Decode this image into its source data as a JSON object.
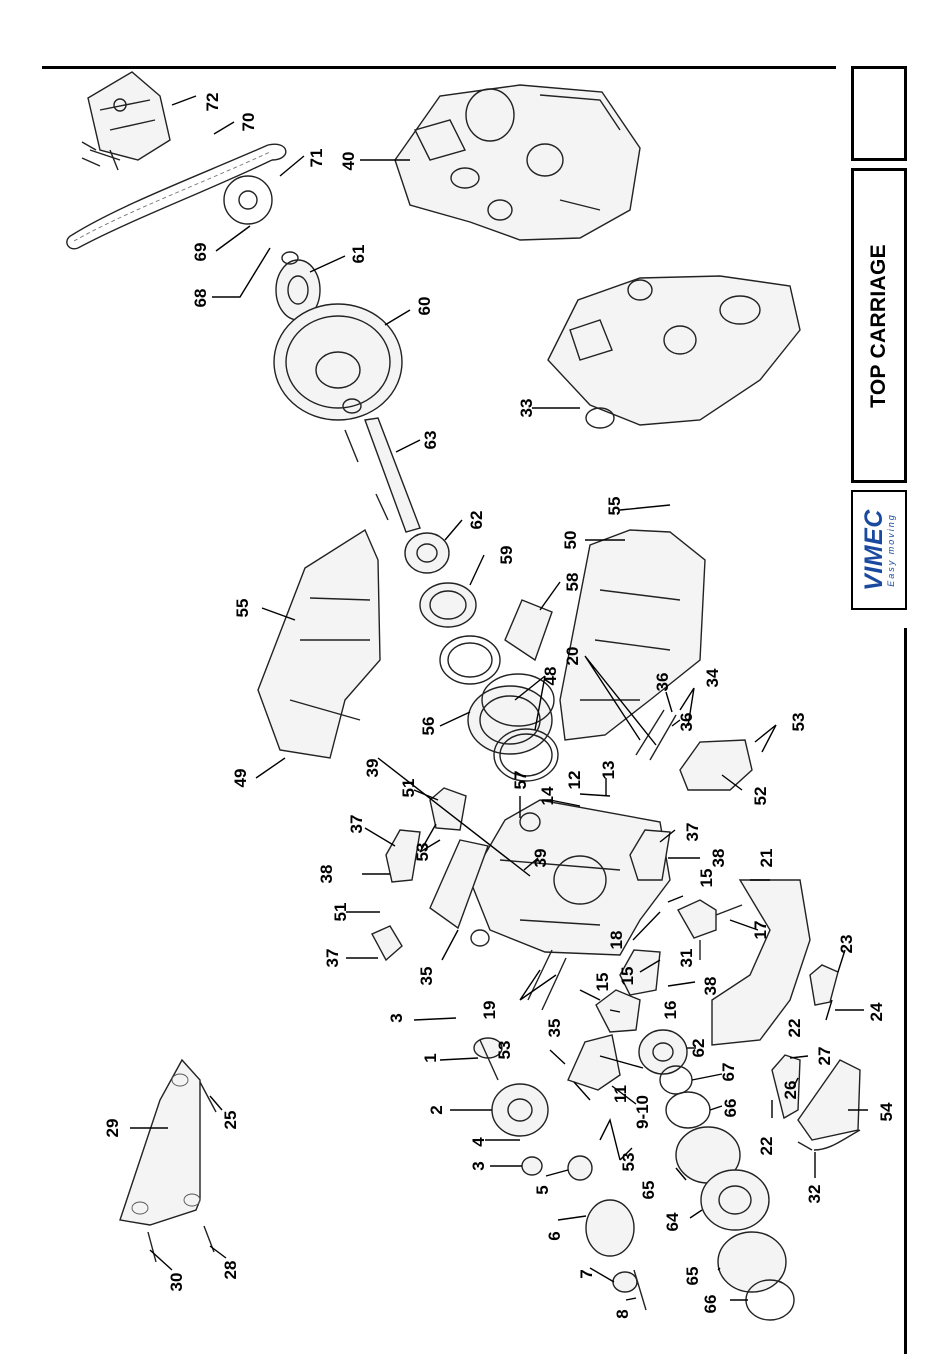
{
  "title": "TOP CARRIAGE",
  "logo": {
    "word": "VIMEC",
    "tagline": "Easy moving"
  },
  "callouts": [
    "72",
    "70",
    "71",
    "69",
    "68",
    "61",
    "60",
    "40",
    "33",
    "63",
    "62",
    "59",
    "58",
    "55",
    "56",
    "48",
    "49",
    "50",
    "20",
    "36",
    "34",
    "53",
    "52",
    "39",
    "37",
    "51",
    "38",
    "12",
    "13",
    "14",
    "57",
    "21",
    "15",
    "17",
    "18",
    "35",
    "31",
    "19",
    "16",
    "3",
    "1",
    "2",
    "4",
    "5",
    "6",
    "7",
    "8",
    "11",
    "9-10",
    "67",
    "66",
    "65",
    "64",
    "22",
    "23",
    "24",
    "26",
    "27",
    "54",
    "32",
    "29",
    "25",
    "30",
    "28"
  ]
}
